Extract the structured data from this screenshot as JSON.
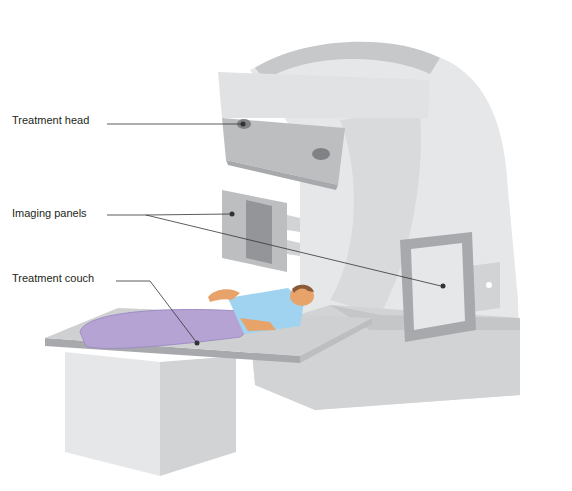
{
  "diagram": {
    "labels": [
      "Treatment head",
      "Imaging panels",
      "Treatment couch"
    ]
  }
}
